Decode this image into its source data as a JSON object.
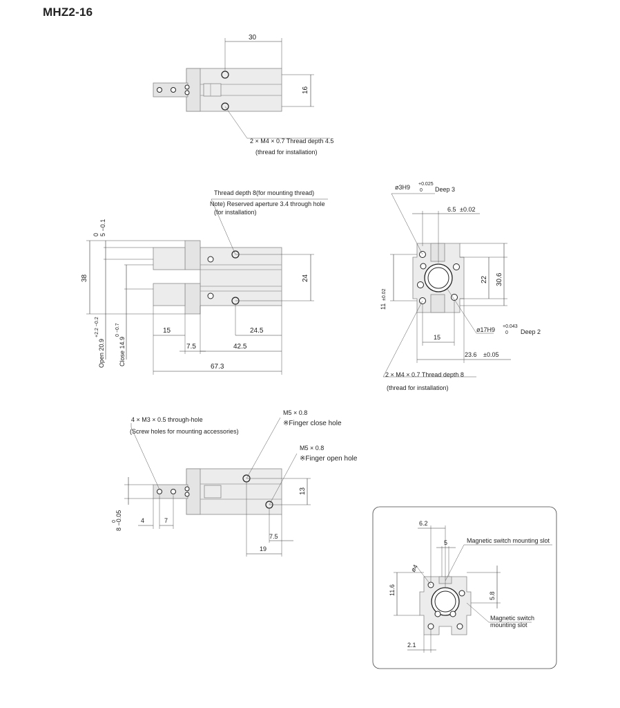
{
  "title": "MHZ2-16",
  "top_view": {
    "dim_width": "30",
    "dim_height": "16",
    "note_1": "2 × M4 × 0.7 Thread depth 4.5",
    "note_2": "(thread for installation)"
  },
  "front_view": {
    "note_1": "Thread depth 8(for mounting thread)",
    "note_2": "Note) Reserved aperture 3.4 through hole",
    "note_3": "(for installation)",
    "tol_5_upper": "0",
    "tol_5_main": "5 −0.1",
    "dim_38": "38",
    "dim_24": "24",
    "open_label": "Open 20.9",
    "open_tol": "+2.2 −0.2",
    "close_label": "Close 14.9",
    "close_tol": "0 −0.7",
    "dim_15": "15",
    "dim_7_5": "7.5",
    "dim_24_5": "24.5",
    "dim_42_5": "42.5",
    "dim_67_3": "67.3"
  },
  "side_view": {
    "hole_label": "ø3H9",
    "hole_tol_upper": "+0.025",
    "hole_tol_lower": "0",
    "hole_deep": "Deep 3",
    "dim_6_5": "6.5",
    "dim_6_5_tol": "±0.02",
    "dim_22": "22",
    "dim_30_6": "30.6",
    "dim_11": "11",
    "dim_11_tol": "±0.02",
    "bore_label": "ø17H9",
    "bore_tol_upper": "+0.043",
    "bore_tol_lower": "0",
    "bore_deep": "Deep 2",
    "dim_15": "15",
    "dim_23_6": "23.6",
    "dim_23_6_tol": "±0.05",
    "note_1": "2 × M4 × 0.7 Thread depth 8",
    "note_2": "(thread for installation)"
  },
  "bottom_view": {
    "note_1": "4 × M3 × 0.5 through-hole",
    "note_2": "(Screw holes for mounting accessories)",
    "m5_close": "M5 × 0.8",
    "finger_close": "※Finger close hole",
    "m5_open": "M5 × 0.8",
    "finger_open": "※Finger open hole",
    "dim_13": "13",
    "dim_8": "8 −0.05",
    "dim_8_upper": "0",
    "dim_4": "4",
    "dim_7": "7",
    "dim_7_5": "7.5",
    "dim_19": "19"
  },
  "detail_view": {
    "dim_6_2": "6.2",
    "dim_5": "5",
    "slot_label_1": "Magnetic switch mounting slot",
    "dia_4": "ø4",
    "dim_11_6": "11.6",
    "dim_5_8": "5.8",
    "slot_label_2a": "Magnetic switch",
    "slot_label_2b": "mounting slot",
    "dim_2_1": "2.1"
  }
}
